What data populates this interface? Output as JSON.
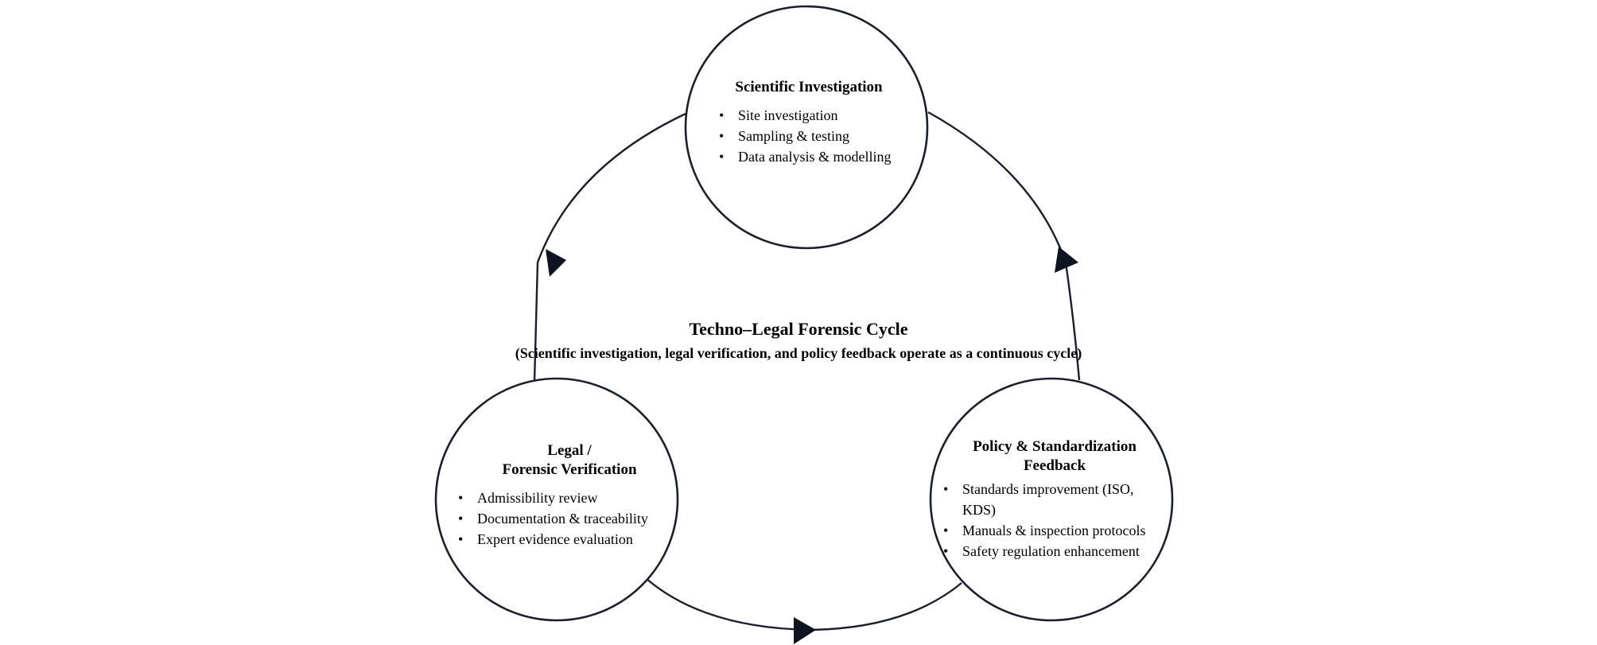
{
  "diagram": {
    "center": {
      "title": "Techno–Legal Forensic Cycle",
      "subtitle": "(Scientific investigation, legal verification, and policy feedback operate as a continuous cycle)"
    },
    "nodes": {
      "scientific": {
        "title_lines": [
          "Scientific Investigation"
        ],
        "items": [
          "Site investigation",
          "Sampling & testing",
          "Data analysis & modelling"
        ]
      },
      "legal": {
        "title_lines": [
          "Legal /",
          "Forensic Verification"
        ],
        "items": [
          "Admissibility review",
          "Documentation & traceability",
          "Expert evidence evaluation"
        ]
      },
      "policy": {
        "title_lines": [
          "Policy & Standardization",
          "Feedback"
        ],
        "items": [
          "Standards improvement (ISO, KDS)",
          "Manuals & inspection protocols",
          "Safety regulation enhancement"
        ]
      }
    },
    "colors": {
      "stroke": "#1a1f2e",
      "arrowhead": "#0f1420",
      "text": "#000000"
    }
  }
}
